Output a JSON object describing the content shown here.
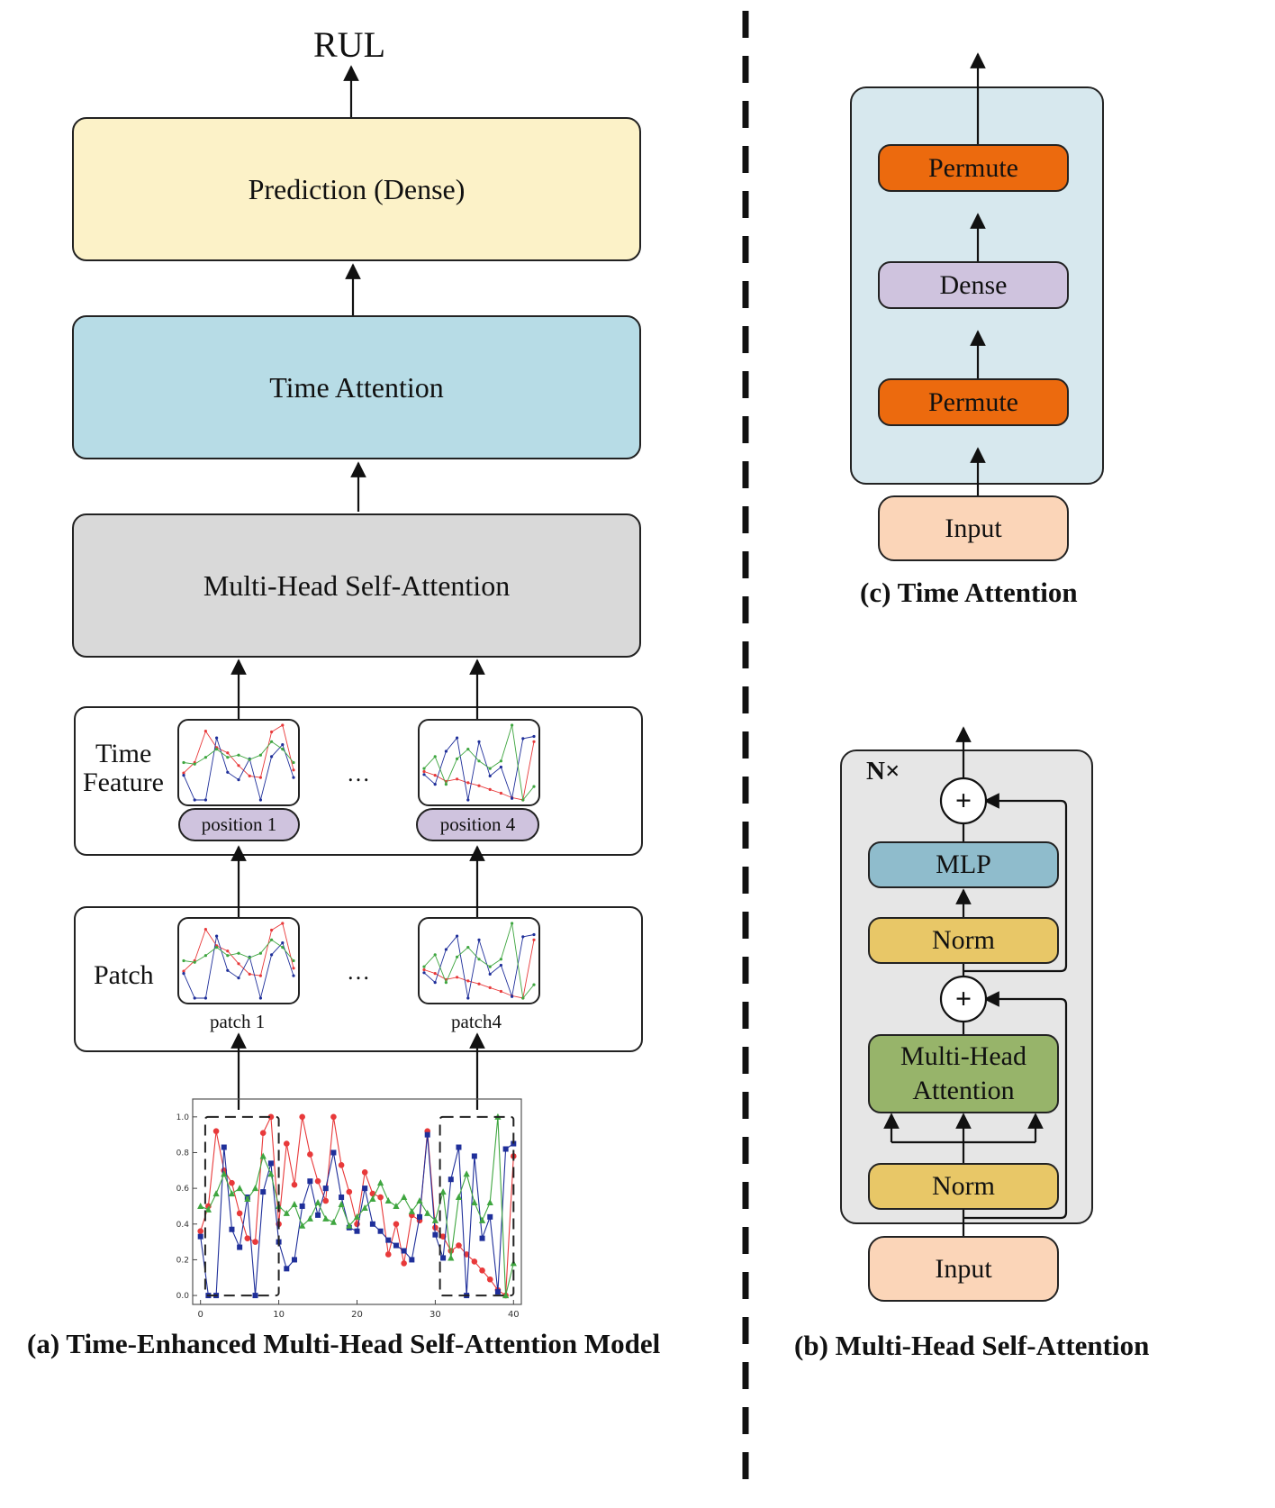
{
  "left": {
    "output_label": "RUL",
    "prediction_label": "Prediction (Dense)",
    "time_attention_label": "Time Attention",
    "mhsa_label": "Multi-Head Self-Attention",
    "time_feature_label_line1": "Time",
    "time_feature_label_line2": "Feature",
    "position_1": "position 1",
    "position_4": "position 4",
    "ellipsis": "…",
    "patch_label": "Patch",
    "patch_1": "patch 1",
    "patch_4": "patch4",
    "caption": "(a) Time-Enhanced Multi-Head Self-Attention Model"
  },
  "time_attention": {
    "permute_top": "Permute",
    "dense": "Dense",
    "permute_bottom": "Permute",
    "input": "Input",
    "caption": "(c) Time Attention"
  },
  "mhsa": {
    "repeat_label": "N×",
    "plus_symbol": "+",
    "mlp": "MLP",
    "norm_top": "Norm",
    "attention_line1": "Multi-Head",
    "attention_line2": "Attention",
    "norm_bottom": "Norm",
    "input": "Input",
    "caption": "(b) Multi-Head Self-Attention"
  },
  "colors": {
    "prediction": "#fcf2c8",
    "time_attention": "#b7dce6",
    "mhsa": "#d9d9d9",
    "permute": "#ec6a0e",
    "dense": "#cfc3de",
    "input": "#fbd5b8",
    "ta_panel": "#d7e8ee",
    "mhsa_panel": "#e6e6e6",
    "mlp": "#8fbccc",
    "norm": "#e8c767",
    "attention": "#97b46a",
    "series_red": "#e8393a",
    "series_blue": "#1f2f9a",
    "series_green": "#3fa640"
  },
  "chart_data": {
    "type": "line",
    "x": [
      0,
      1,
      2,
      3,
      4,
      5,
      6,
      7,
      8,
      9,
      10,
      11,
      12,
      13,
      14,
      15,
      16,
      17,
      18,
      19,
      20,
      21,
      22,
      23,
      24,
      25,
      26,
      27,
      28,
      29,
      30,
      31,
      32,
      33,
      34,
      35,
      36,
      37,
      38,
      39,
      40
    ],
    "x_ticks": [
      "0",
      "10",
      "20",
      "30",
      "40"
    ],
    "y_ticks": [
      "0.0",
      "0.2",
      "0.4",
      "0.6",
      "0.8",
      "1.0"
    ],
    "xlim": [
      -1,
      41
    ],
    "ylim": [
      -0.05,
      1.1
    ],
    "grid": false,
    "series": [
      {
        "color": "red",
        "marker": "circle",
        "values": [
          0.36,
          0.5,
          0.92,
          0.7,
          0.63,
          0.46,
          0.32,
          0.3,
          0.91,
          1.0,
          0.4,
          0.85,
          0.62,
          1.0,
          0.79,
          0.64,
          0.53,
          1.0,
          0.73,
          0.58,
          0.4,
          0.69,
          0.57,
          0.55,
          0.23,
          0.4,
          0.18,
          0.45,
          0.42,
          0.92,
          0.38,
          0.33,
          0.25,
          0.28,
          0.23,
          0.19,
          0.14,
          0.09,
          0.03,
          0.0,
          0.78
        ]
      },
      {
        "color": "blue",
        "marker": "square",
        "values": [
          0.33,
          0.0,
          0.0,
          0.83,
          0.37,
          0.27,
          0.55,
          0.0,
          0.58,
          0.74,
          0.3,
          0.15,
          0.2,
          0.5,
          0.64,
          0.45,
          0.6,
          0.8,
          0.55,
          0.38,
          0.36,
          0.6,
          0.4,
          0.36,
          0.31,
          0.28,
          0.25,
          0.2,
          0.44,
          0.9,
          0.34,
          0.21,
          0.65,
          0.83,
          0.0,
          0.78,
          0.32,
          0.44,
          0.02,
          0.82,
          0.85
        ]
      },
      {
        "color": "green",
        "marker": "triangle",
        "values": [
          0.5,
          0.48,
          0.57,
          0.68,
          0.57,
          0.6,
          0.54,
          0.6,
          0.78,
          0.68,
          0.5,
          0.46,
          0.51,
          0.39,
          0.43,
          0.52,
          0.43,
          0.41,
          0.51,
          0.39,
          0.44,
          0.49,
          0.54,
          0.63,
          0.53,
          0.5,
          0.55,
          0.47,
          0.53,
          0.46,
          0.42,
          0.58,
          0.21,
          0.55,
          0.68,
          0.52,
          0.42,
          0.52,
          1.0,
          0.0,
          0.18
        ]
      }
    ]
  }
}
